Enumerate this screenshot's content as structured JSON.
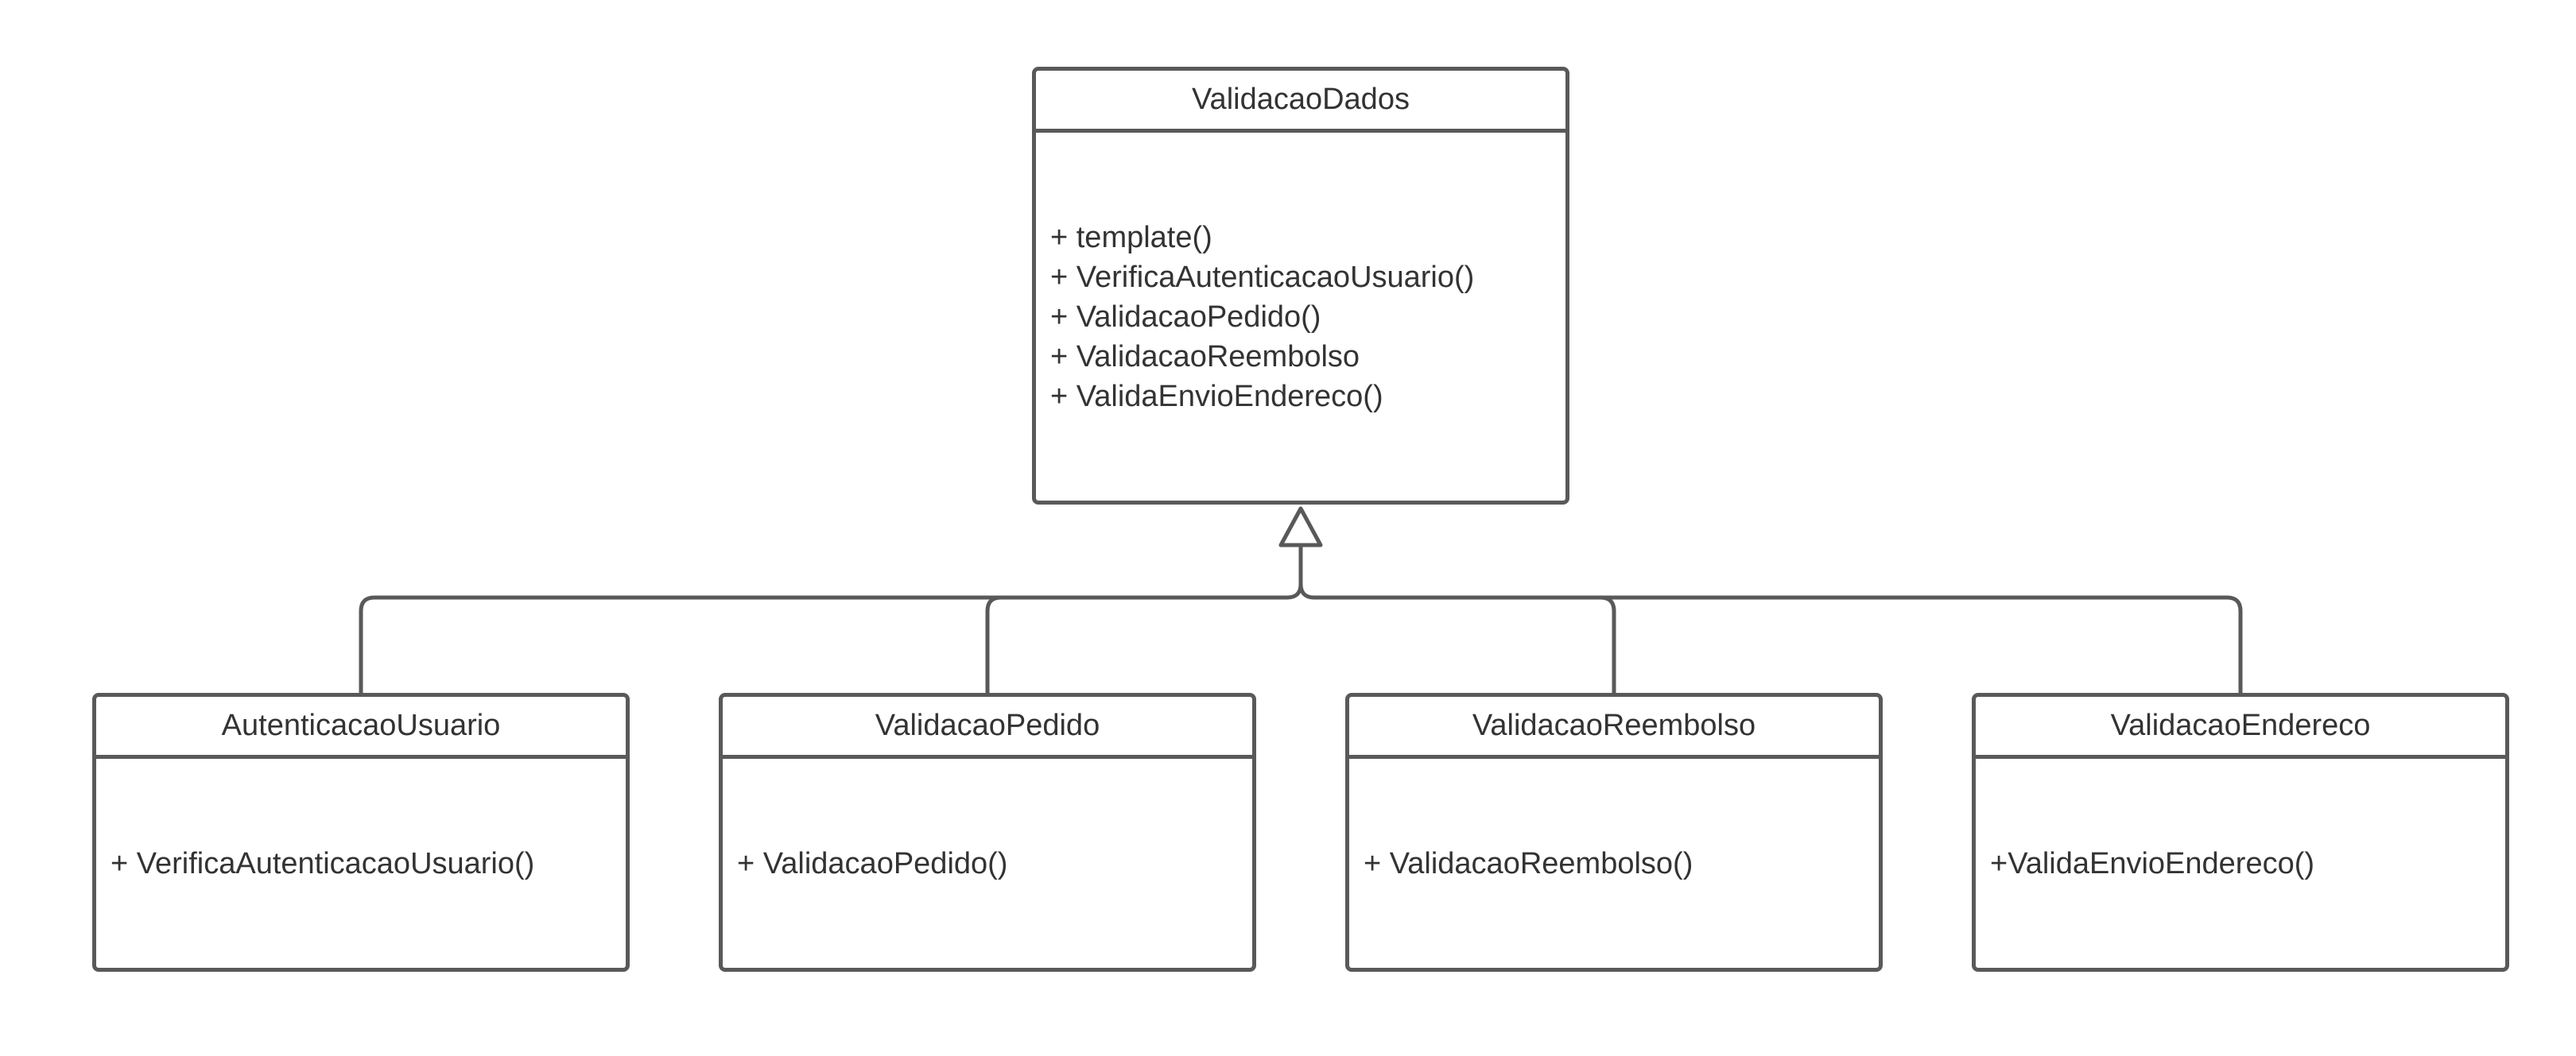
{
  "diagram": {
    "parent": {
      "name": "ValidacaoDados",
      "methods": [
        "+ template()",
        "+ VerificaAutenticacaoUsuario()",
        "+ ValidacaoPedido()",
        "+ ValidacaoReembolso",
        "+ ValidaEnvioEndereco()"
      ]
    },
    "children": [
      {
        "name": "AutenticacaoUsuario",
        "methods": [
          "+ VerificaAutenticacaoUsuario()"
        ]
      },
      {
        "name": "ValidacaoPedido",
        "methods": [
          "+ ValidacaoPedido()"
        ]
      },
      {
        "name": "ValidacaoReembolso",
        "methods": [
          "+ ValidacaoReembolso()"
        ]
      },
      {
        "name": "ValidacaoEndereco",
        "methods": [
          "+ValidaEnvioEndereco()"
        ]
      }
    ],
    "relationship": "inheritance",
    "colors": {
      "stroke": "#595959",
      "text": "#333333",
      "background": "#ffffff"
    }
  }
}
